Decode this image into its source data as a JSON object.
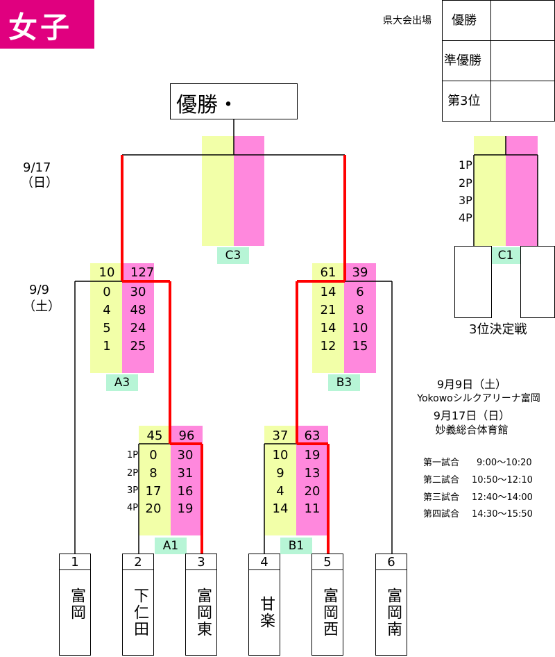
{
  "category_tag": "女子",
  "results_table": {
    "header": "県大会出場",
    "rows": [
      "優勝",
      "準優勝",
      "第3位"
    ]
  },
  "champion_box": "優勝・",
  "rounds": [
    {
      "date": "9/17",
      "day": "（日）"
    },
    {
      "date": "9/9",
      "day": "（土）"
    }
  ],
  "period_labels": [
    "1P",
    "2P",
    "3P",
    "4P"
  ],
  "third_place_label": "3位決定戦",
  "matches": {
    "C3": {
      "code": "C3"
    },
    "C1": {
      "code": "C1"
    },
    "A3": {
      "code": "A3",
      "left_total": "10",
      "right_total": "127",
      "left_periods": [
        "0",
        "4",
        "5",
        "1"
      ],
      "right_periods": [
        "30",
        "48",
        "24",
        "25"
      ]
    },
    "B3": {
      "code": "B3",
      "left_total": "61",
      "right_total": "39",
      "left_periods": [
        "14",
        "21",
        "14",
        "12"
      ],
      "right_periods": [
        "6",
        "8",
        "10",
        "15"
      ]
    },
    "A1": {
      "code": "A1",
      "left_total": "45",
      "right_total": "96",
      "left_periods": [
        "0",
        "8",
        "17",
        "20"
      ],
      "right_periods": [
        "30",
        "31",
        "16",
        "19"
      ]
    },
    "B1": {
      "code": "B1",
      "left_total": "37",
      "right_total": "63",
      "left_periods": [
        "10",
        "9",
        "4",
        "14"
      ],
      "right_periods": [
        "19",
        "13",
        "20",
        "11"
      ]
    }
  },
  "teams": [
    {
      "seed": "1",
      "name": "富岡"
    },
    {
      "seed": "2",
      "name": "下仁田"
    },
    {
      "seed": "3",
      "name": "富岡東"
    },
    {
      "seed": "4",
      "name": "甘楽"
    },
    {
      "seed": "5",
      "name": "富岡西"
    },
    {
      "seed": "6",
      "name": "富岡南"
    }
  ],
  "venue_info": {
    "date1": "9月9日（土）",
    "venue1": "Yokowoシルクアリーナ富岡",
    "date2": "9月17日（日）",
    "venue2": "妙義総合体育館"
  },
  "schedule": [
    {
      "game": "第一試合",
      "time": "9:00〜10:20"
    },
    {
      "game": "第二試合",
      "time": "10:50〜12:10"
    },
    {
      "game": "第三試合",
      "time": "12:40〜14:00"
    },
    {
      "game": "第四試合",
      "time": "14:30〜15:50"
    }
  ],
  "colors": {
    "tag": "#e0007f",
    "left_score": "#f2ffa8",
    "right_score": "#ff88dd",
    "win_line": "#ff0000",
    "code_bg": "#b7f5d6"
  }
}
